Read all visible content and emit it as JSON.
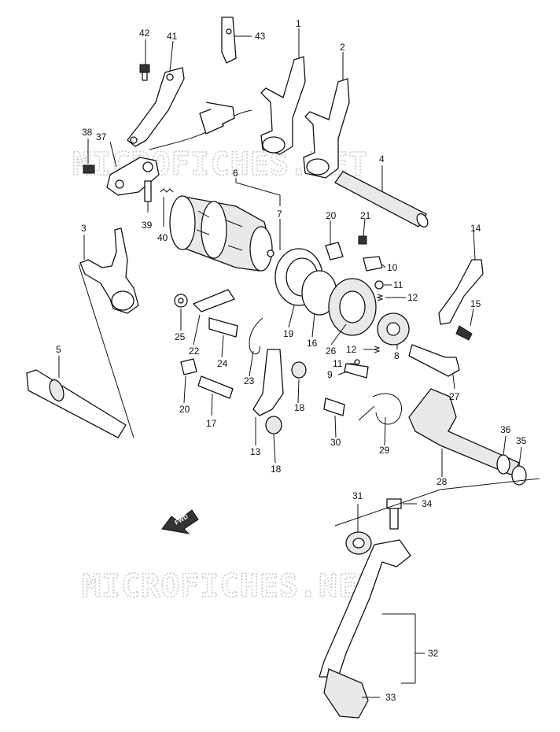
{
  "watermark": {
    "text": "MICROFICHES.NET"
  },
  "fwd_arrow": {
    "label": "FWD"
  },
  "callouts": [
    "1",
    "2",
    "3",
    "4",
    "5",
    "6",
    "7",
    "8",
    "9",
    "10",
    "11",
    "11",
    "12",
    "12",
    "13",
    "14",
    "15",
    "16",
    "17",
    "18",
    "18",
    "19",
    "20",
    "20",
    "21",
    "22",
    "23",
    "24",
    "25",
    "26",
    "27",
    "28",
    "29",
    "30",
    "31",
    "32",
    "33",
    "34",
    "35",
    "36",
    "37",
    "38",
    "39",
    "40",
    "41",
    "42",
    "43"
  ]
}
